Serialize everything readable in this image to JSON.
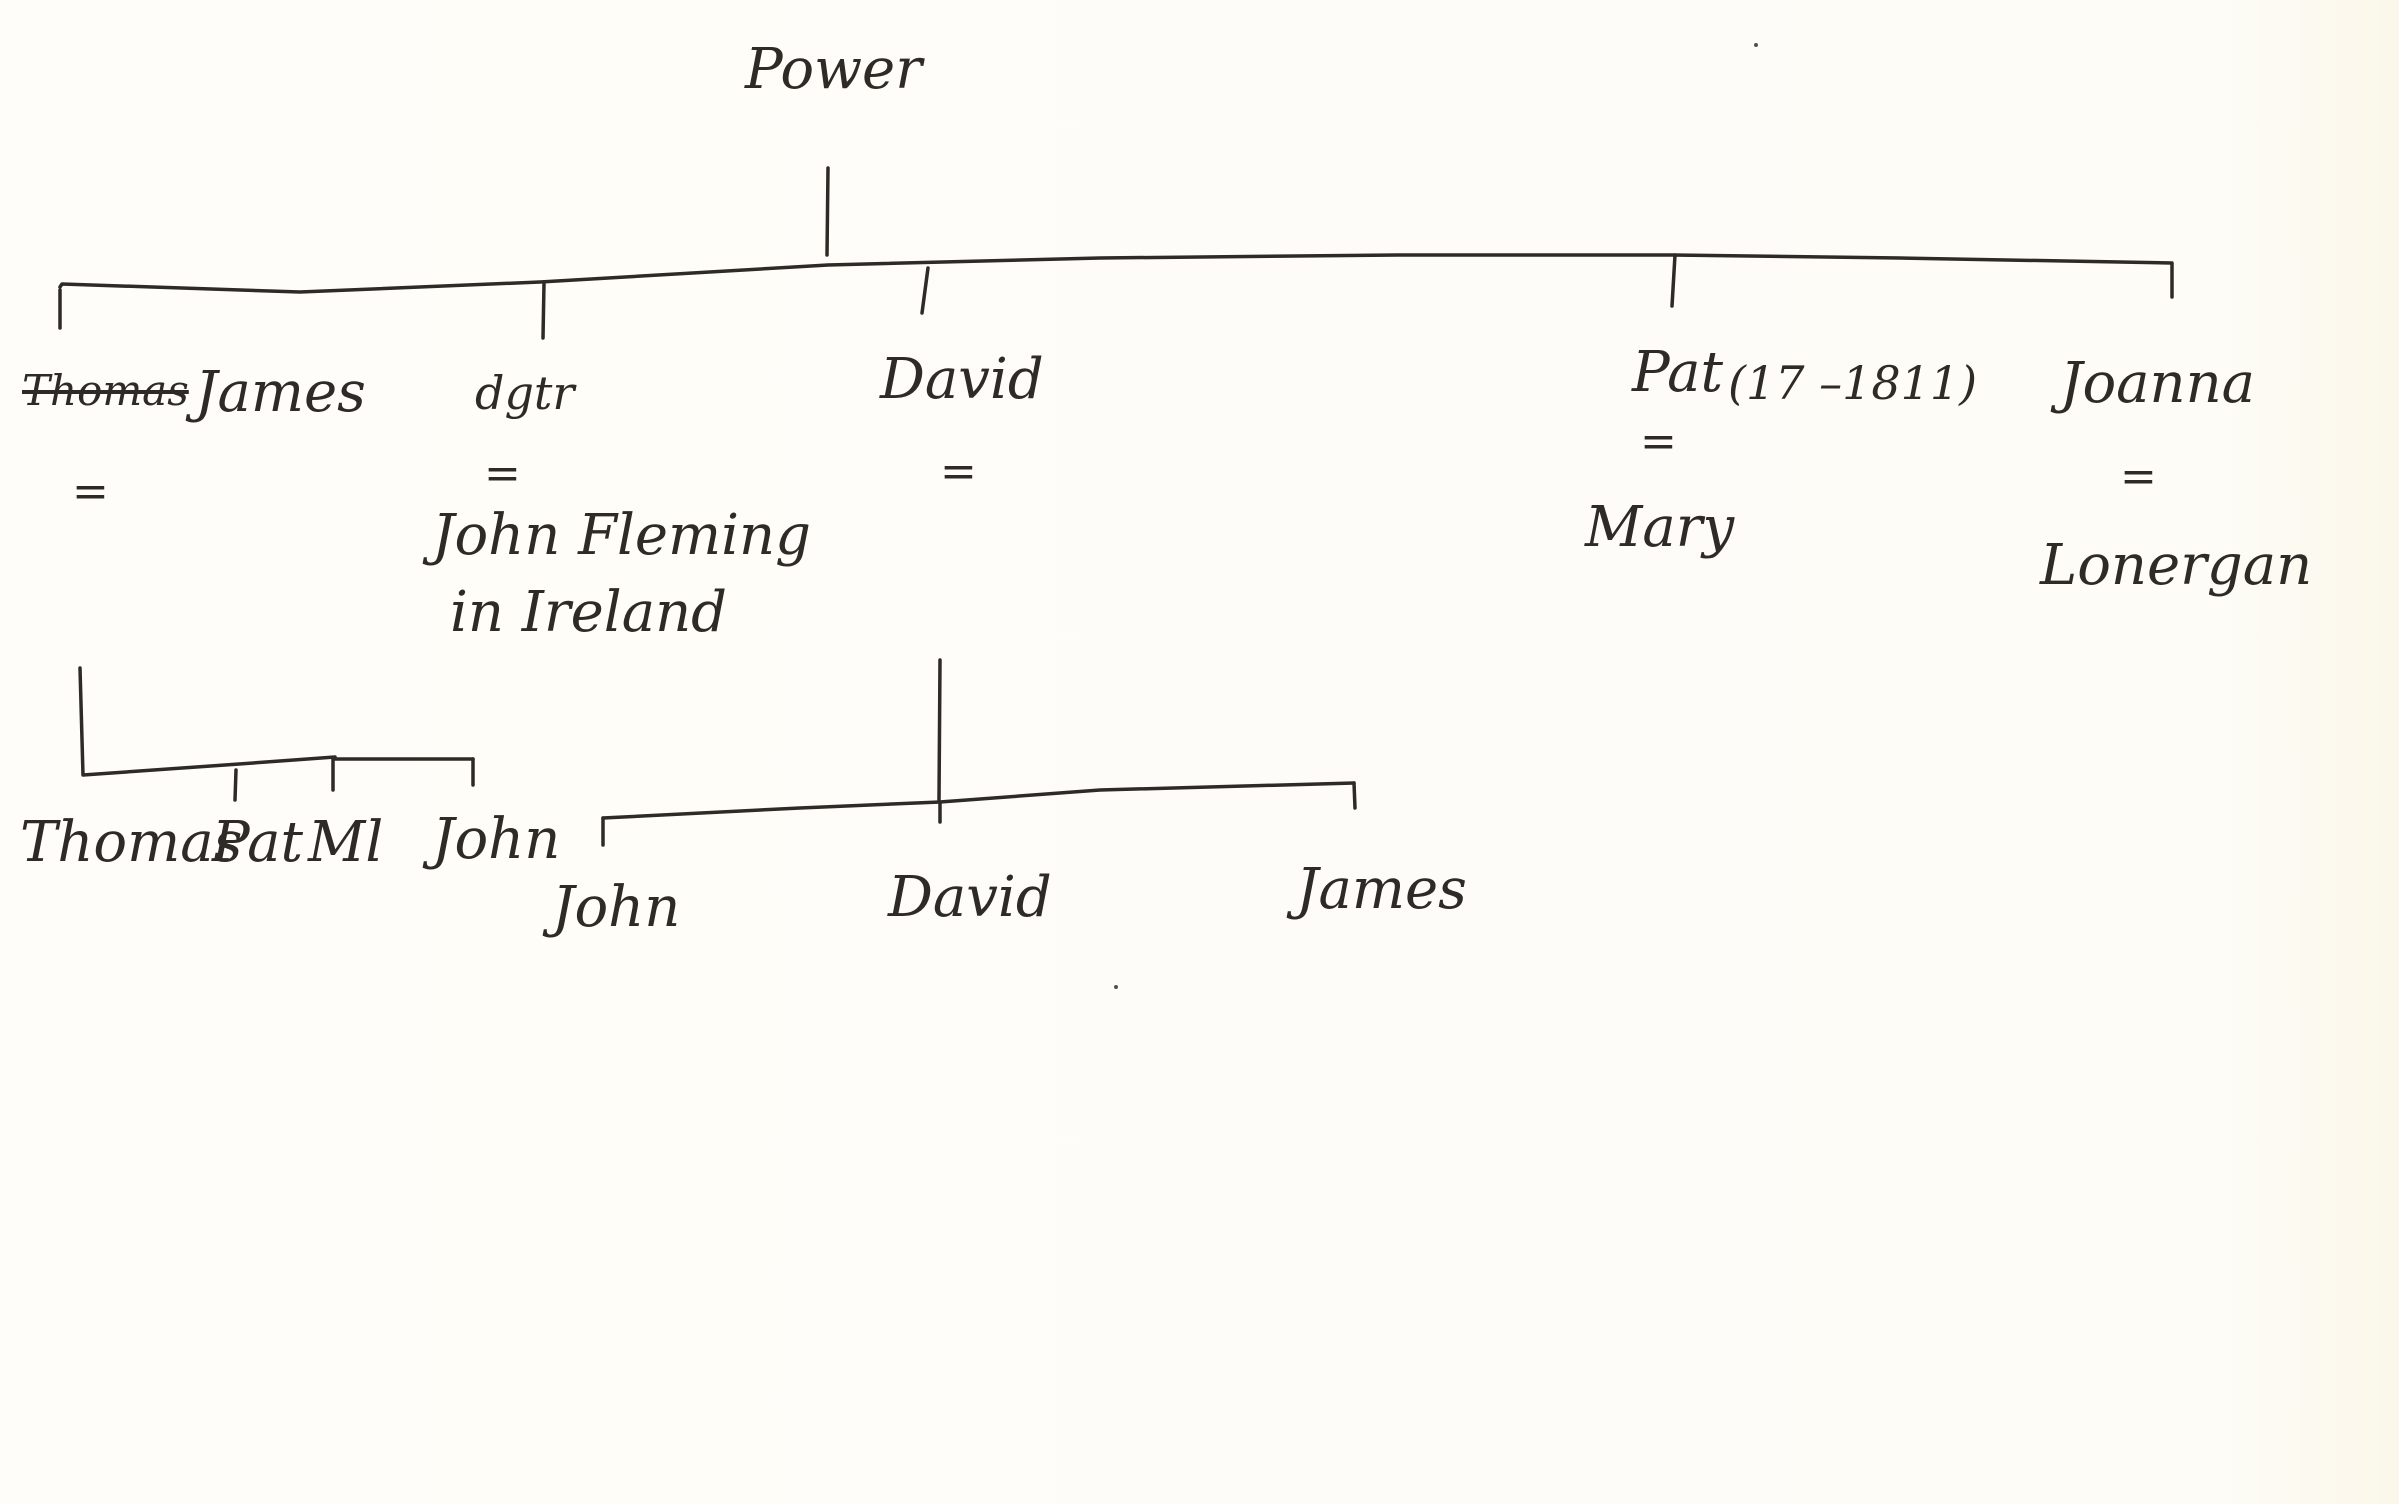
{
  "root": {
    "label": "Power"
  },
  "children": [
    {
      "name_struck": "Thomas",
      "name": "James",
      "marker": "="
    },
    {
      "name": "dgtr",
      "marker": "=",
      "spouse_line1": "John Fleming",
      "spouse_line2": "in Ireland"
    },
    {
      "name": "David",
      "marker": "="
    },
    {
      "name": "Pat",
      "dates": "(17 –1811)",
      "marker": "=",
      "spouse": "Mary"
    },
    {
      "name": "Joanna",
      "marker": "=",
      "spouse": "Lonergan"
    }
  ],
  "james_children": [
    "Thomas",
    "Pat",
    "Ml",
    "John"
  ],
  "david_children": [
    "John",
    "David",
    "James"
  ],
  "ink_color": "#2e2a26"
}
